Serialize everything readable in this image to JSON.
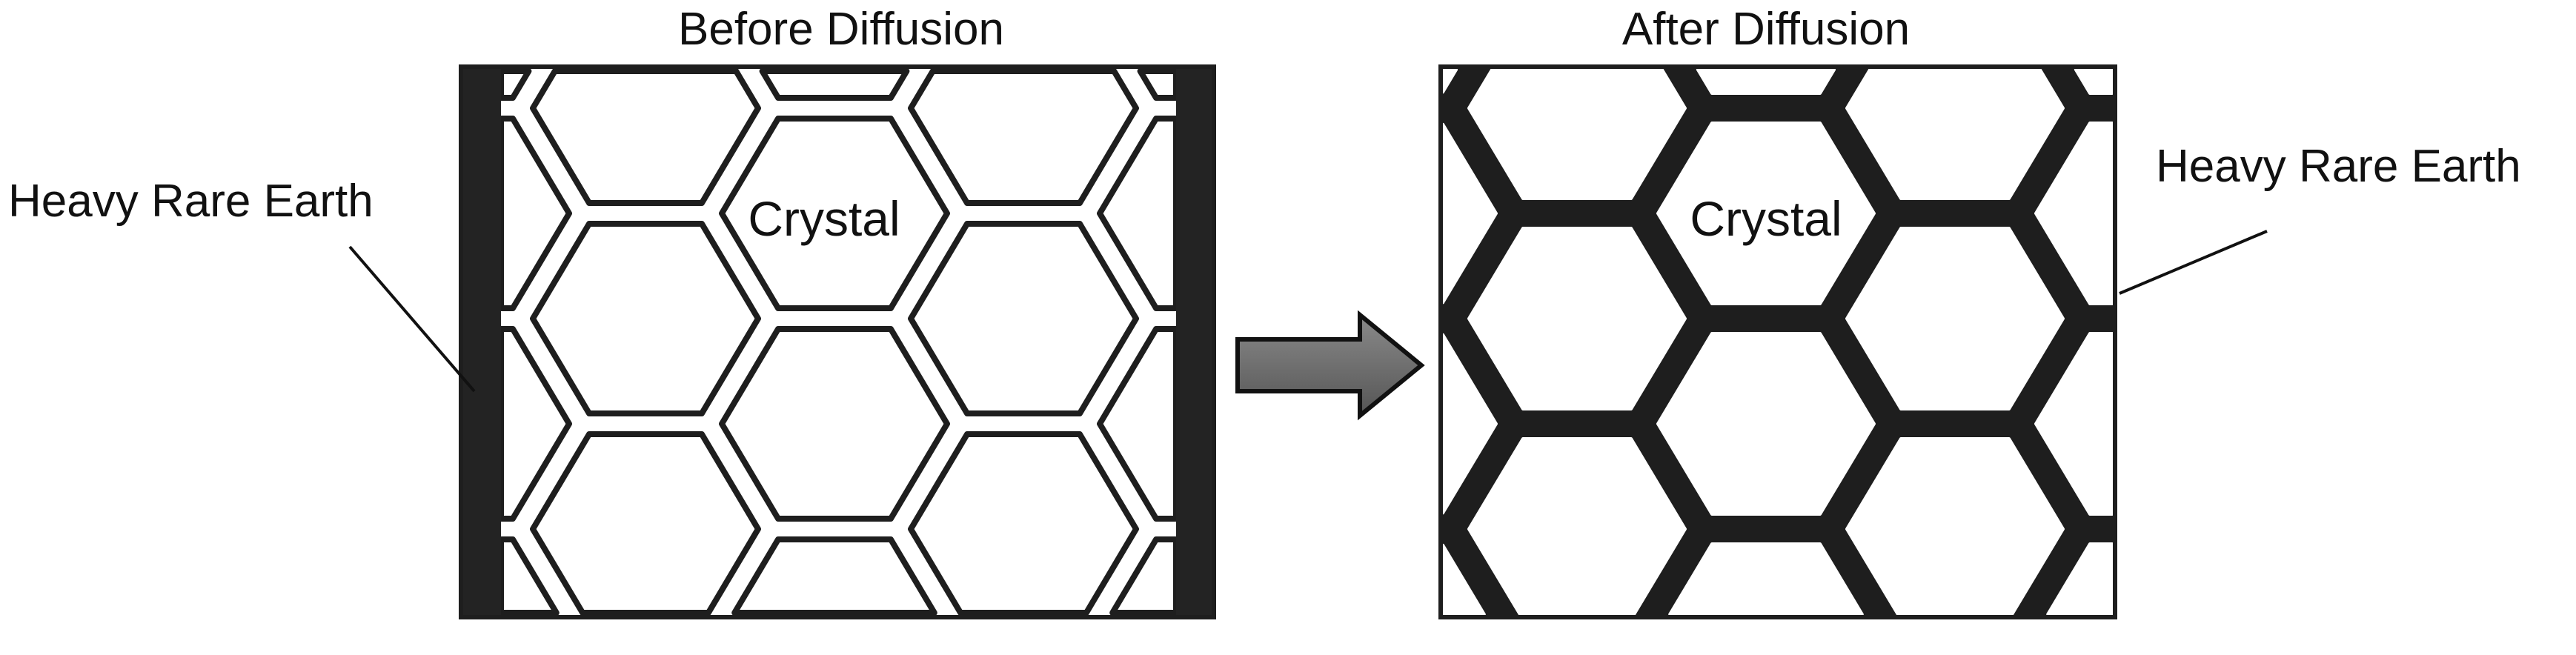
{
  "before": {
    "title": "Before Diffusion",
    "crystal_label": "Crystal",
    "heavy_rare_earth_label": "Heavy Rare Earth"
  },
  "after": {
    "title": "After Diffusion",
    "crystal_label": "Crystal",
    "heavy_rare_earth_label": "Heavy Rare Earth"
  },
  "colors": {
    "boundary": "#1e1e1e",
    "arrow_fill": "#6e6e6e",
    "arrow_stroke": "#111111",
    "background": "#ffffff"
  }
}
